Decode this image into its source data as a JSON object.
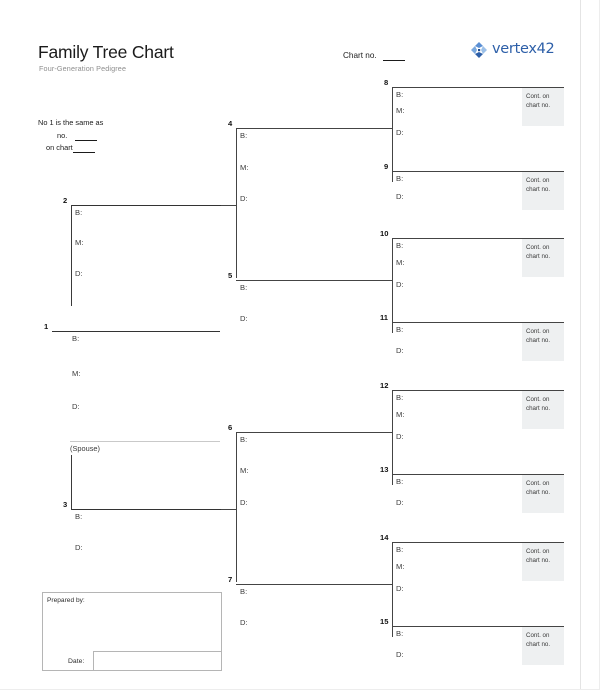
{
  "document": {
    "title": "Family Tree Chart",
    "subtitle": "Four-Generation Pedigree"
  },
  "header": {
    "chart_no_label": "Chart no.",
    "chart_no_value": "",
    "logo_text": "vertex42",
    "logo_icon": "vertex42-pinwheel-icon",
    "logo_color": "#2d5fa8"
  },
  "note": {
    "line1": "No 1 is the same as",
    "line2": "no.",
    "line3": "on chart",
    "no_value": "",
    "chart_value": ""
  },
  "fields": {
    "birth": "B:",
    "marriage": "M:",
    "death": "D:"
  },
  "cont_box": {
    "text": "Cont. on chart no.",
    "background": "#eef0f1"
  },
  "spouse": {
    "label": "(Spouse)"
  },
  "prepared": {
    "label": "Prepared by:",
    "date_label": "Date:",
    "prepared_value": "",
    "date_value": ""
  },
  "chart_data": {
    "type": "diagram",
    "title": "Family Tree Chart",
    "subtitle": "Four-Generation Pedigree",
    "generations": 4,
    "people": [
      {
        "number": "1",
        "generation": 1,
        "fields": [
          "B:",
          "M:",
          "D:"
        ],
        "cont_box": false
      },
      {
        "number": "2",
        "generation": 2,
        "fields": [
          "B:",
          "M:",
          "D:"
        ],
        "cont_box": false
      },
      {
        "number": "3",
        "generation": 2,
        "fields": [
          "B:",
          "D:"
        ],
        "cont_box": false
      },
      {
        "number": "4",
        "generation": 3,
        "fields": [
          "B:",
          "M:",
          "D:"
        ],
        "cont_box": false
      },
      {
        "number": "5",
        "generation": 3,
        "fields": [
          "B:",
          "D:"
        ],
        "cont_box": false
      },
      {
        "number": "6",
        "generation": 3,
        "fields": [
          "B:",
          "M:",
          "D:"
        ],
        "cont_box": false
      },
      {
        "number": "7",
        "generation": 3,
        "fields": [
          "B:",
          "D:"
        ],
        "cont_box": false
      },
      {
        "number": "8",
        "generation": 4,
        "fields": [
          "B:",
          "M:",
          "D:"
        ],
        "cont_box": true
      },
      {
        "number": "9",
        "generation": 4,
        "fields": [
          "B:",
          "D:"
        ],
        "cont_box": true
      },
      {
        "number": "10",
        "generation": 4,
        "fields": [
          "B:",
          "M:",
          "D:"
        ],
        "cont_box": true
      },
      {
        "number": "11",
        "generation": 4,
        "fields": [
          "B:",
          "D:"
        ],
        "cont_box": true
      },
      {
        "number": "12",
        "generation": 4,
        "fields": [
          "B:",
          "M:",
          "D:"
        ],
        "cont_box": true
      },
      {
        "number": "13",
        "generation": 4,
        "fields": [
          "B:",
          "D:"
        ],
        "cont_box": true
      },
      {
        "number": "14",
        "generation": 4,
        "fields": [
          "B:",
          "M:",
          "D:"
        ],
        "cont_box": true
      },
      {
        "number": "15",
        "generation": 4,
        "fields": [
          "B:",
          "D:"
        ],
        "cont_box": true
      }
    ],
    "nums": {
      "n1": "1",
      "n2": "2",
      "n3": "3",
      "n4": "4",
      "n5": "5",
      "n6": "6",
      "n7": "7",
      "n8": "8",
      "n9": "9",
      "n10": "10",
      "n11": "11",
      "n12": "12",
      "n13": "13",
      "n14": "14",
      "n15": "15"
    }
  }
}
